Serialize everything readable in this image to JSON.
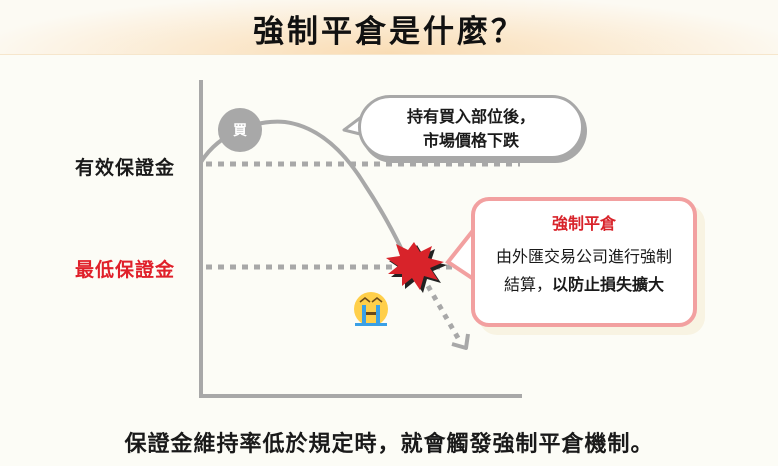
{
  "header": {
    "title": "強制平倉是什麼？"
  },
  "diagram": {
    "y_labels": [
      {
        "text": "有效保證金",
        "color": "#1a1a1a"
      },
      {
        "text": "最低保證金",
        "color": "#e0202a"
      }
    ],
    "buy_marker": {
      "label": "買",
      "color": "#a8a8a8"
    },
    "speech_bubble": {
      "line1": "持有買入部位後，",
      "line2": "市場價格下跌"
    },
    "callout": {
      "heading": "強制平倉",
      "line1": "由外匯交易公司進行強制",
      "line2_plain": "結算，",
      "line2_bold": "以防止損失擴大",
      "border_color": "#f2a0a0",
      "heading_color": "#d8232a"
    },
    "burst_color": "#d8232a",
    "emoji": "crying-face",
    "axis_color": "#a8a8a8"
  },
  "footer": {
    "caption": "保證金維持率低於規定時，就會觸發強制平倉機制。"
  }
}
